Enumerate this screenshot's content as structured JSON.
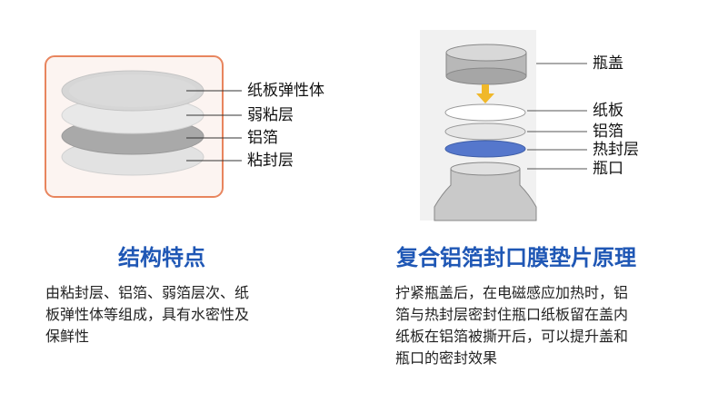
{
  "left_panel": {
    "layer_labels": [
      "纸板弹性体",
      "弱粘层",
      "铝箔",
      "粘封层"
    ],
    "title": "结构特点",
    "description_lines": [
      "由粘封层、铝箔、弱箔层次、纸",
      "板弹性体等组成，具有水密性及",
      "保鲜性"
    ]
  },
  "right_panel": {
    "part_labels": [
      "瓶盖",
      "纸板",
      "铝箔",
      "热封层",
      "瓶口"
    ],
    "title": "复合铝箔封口膜垫片原理",
    "description_lines": [
      "拧紧瓶盖后，在电磁感应加热时，铝",
      "箔与热封层密封住瓶口纸板留在盖内",
      "纸板在铝箔被撕开后，可以提升盖和",
      "瓶口的密封效果"
    ]
  },
  "colors": {
    "title_blue": "#1f57b5",
    "frame_orange": "#e8855e",
    "heat_seal_blue": "#5577cc",
    "arrow_yellow": "#f0b82a"
  }
}
